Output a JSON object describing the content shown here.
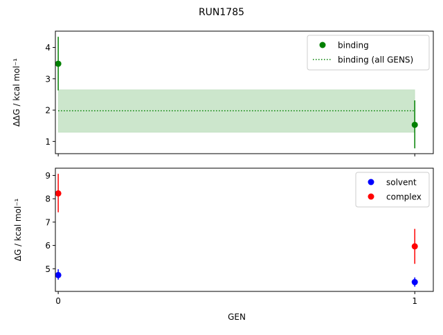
{
  "chart_data": [
    {
      "type": "scatter",
      "title": "RUN1785",
      "xlabel": "",
      "ylabel": "ΔΔG / kcal mol⁻¹",
      "xlim": [
        -0.008,
        1.052
      ],
      "ylim": [
        0.61,
        4.52
      ],
      "yticks": [
        "1",
        "2",
        "3",
        "4"
      ],
      "xticks": [
        0,
        1
      ],
      "legend_position": "top-right",
      "series": [
        {
          "name": "binding",
          "kind": "errorbar",
          "color": "#008000",
          "x": [
            0,
            1
          ],
          "y": [
            3.48,
            1.53
          ],
          "yerr_low": [
            2.63,
            0.78
          ],
          "yerr_high": [
            4.34,
            2.31
          ]
        },
        {
          "name": "binding (all GENS)",
          "kind": "hline-dotted",
          "color": "#008000",
          "x": [
            0,
            1
          ],
          "y": 1.98,
          "band": [
            1.29,
            2.65
          ]
        }
      ]
    },
    {
      "type": "scatter",
      "xlabel": "GEN",
      "ylabel": "ΔG / kcal mol⁻¹",
      "xlim": [
        -0.008,
        1.052
      ],
      "ylim": [
        4.03,
        9.31
      ],
      "yticks": [
        "5",
        "6",
        "7",
        "8",
        "9"
      ],
      "xticks": [
        "0",
        "1"
      ],
      "legend_position": "top-right",
      "series": [
        {
          "name": "solvent",
          "color": "#0000ff",
          "x": [
            0,
            1
          ],
          "y": [
            4.73,
            4.43
          ],
          "yerr_low": [
            4.53,
            4.23
          ],
          "yerr_high": [
            4.98,
            4.63
          ]
        },
        {
          "name": "complex",
          "color": "#ff0000",
          "x": [
            0,
            1
          ],
          "y": [
            8.23,
            5.96
          ],
          "yerr_low": [
            7.42,
            5.21
          ],
          "yerr_high": [
            9.07,
            6.71
          ]
        }
      ]
    }
  ]
}
